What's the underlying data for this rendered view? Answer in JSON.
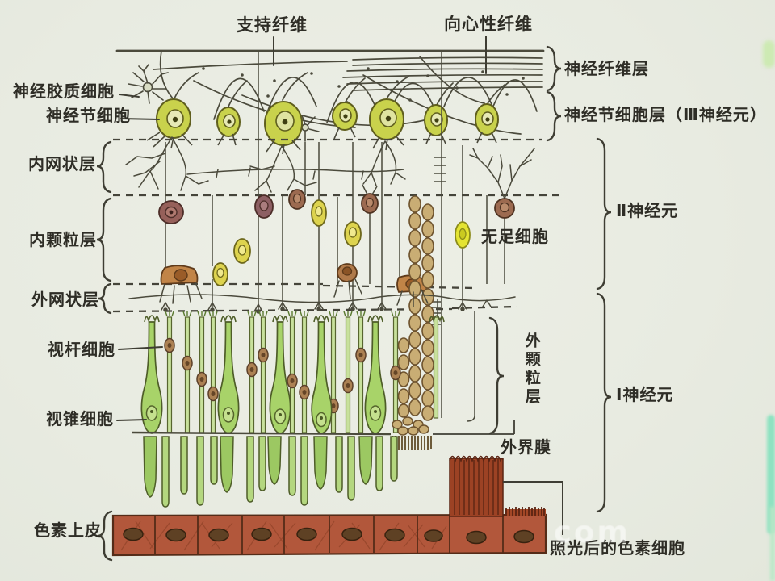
{
  "labels": {
    "support_fiber": "支持纤维",
    "centripetal_fiber": "向心性纤维",
    "neuroglia_cell": "神经胶质细胞",
    "ganglion_cell": "神经节细胞",
    "inner_plexiform_layer": "内网状层",
    "inner_nuclear_layer": "内颗粒层",
    "outer_plexiform_layer": "外网状层",
    "rod_cell": "视杆细胞",
    "cone_cell": "视锥细胞",
    "pigment_epithelium": "色素上皮",
    "nerve_fiber_layer": "神经纤维层",
    "ganglion_cell_layer": "神经节细胞层（Ⅲ神经元）",
    "neuron_ii": "Ⅱ神经元",
    "amacrine_cell": "无足细胞",
    "outer_nuclear_layer": "外颗粒层",
    "neuron_i": "Ⅰ神经元",
    "outer_limiting_membrane": "外界膜",
    "pigment_cell_after_light": "照光后的色素细胞",
    "watermark": "com"
  },
  "colors": {
    "background": "#e9ece2",
    "ink": "#4b4a3c",
    "ganglion_fill": "#c9d24c",
    "bead_fill": "#c9ad74",
    "cone_fill": "#a8d369",
    "rod_nucleus": "#ac8153",
    "pigment_bar": "#b2573b",
    "lit_pigment": "#9c4224",
    "edge_strip_green": "#cdeab3",
    "edge_strip_teal": "#8fe2c1"
  }
}
